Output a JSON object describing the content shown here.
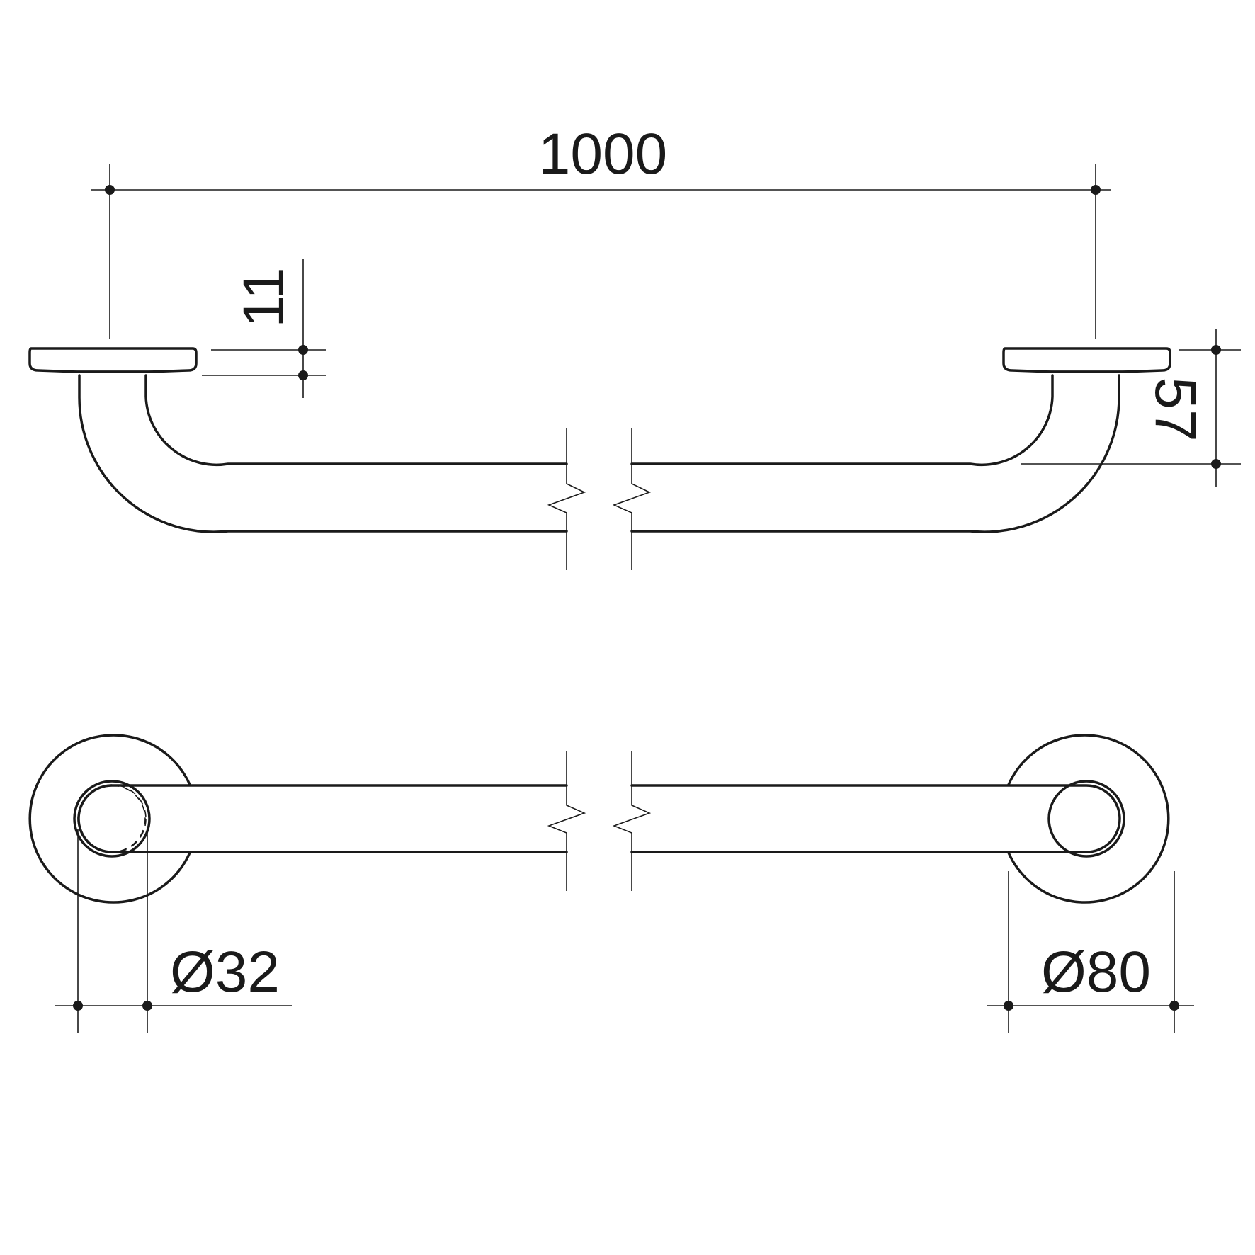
{
  "dimensions": {
    "overall_length": "1000",
    "flange_thickness": "11",
    "projection": "57",
    "tube_diameter": "Ø32",
    "flange_diameter": "Ø80"
  },
  "colors": {
    "line": "#1a1a1a",
    "background": "#ffffff"
  }
}
